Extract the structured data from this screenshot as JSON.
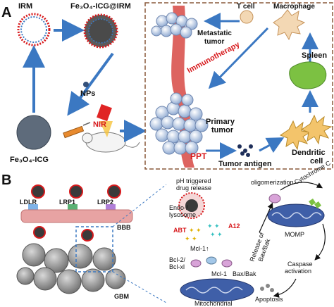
{
  "panel_a": {
    "letter": "A",
    "irm": "IRM",
    "fe3o4_icg_irm": "Fe₃O₄-ICG@IRM",
    "nps": "NPs",
    "fe3o4_icg": "Fe₃O₄-ICG",
    "nir": "NIR",
    "t_cell": "T cell",
    "macrophage": "Macrophage",
    "metastatic_tumor_1": "Metastatic",
    "metastatic_tumor_2": "tumor",
    "immunotherapy": "Immunotherapy",
    "spleen": "Spleen",
    "primary_tumor_1": "Primary",
    "primary_tumor_2": "tumor",
    "ppt": "PPT",
    "tumor_antigen": "Tumor antigen",
    "dendritic_1": "Dendritic",
    "dendritic_2": "cell"
  },
  "panel_b": {
    "letter": "B",
    "ldlr": "LDLR",
    "lrp1": "LRP1",
    "lrp2": "LRP2",
    "bbb": "BBB",
    "gbm": "GBM",
    "ph_1": "pH triggered",
    "ph_2": "drug release",
    "endo_1": "Endo-/",
    "endo_2": "lysosome",
    "abt": "ABT",
    "a12": "A12",
    "mcl1_up": "Mcl-1↑",
    "bcl2": "Bcl-2/",
    "bclxl": "Bcl-xl",
    "mcl1": "Mcl-1",
    "bax_bak": "Bax/Bak",
    "release_1": "Release of",
    "release_2": "Bax/Bak",
    "oligomerization": "oligomerization",
    "cytochrome": "Cytochrome C",
    "momp": "MOMP",
    "caspase_1": "Caspase",
    "caspase_2": "activation",
    "apoptosis": "Apoptosis",
    "mitochondrial": "Mitochondrial"
  },
  "colors": {
    "blue_arrow": "#3b78c2",
    "red_label": "#d7191c",
    "vessel": "#d9534f",
    "tumor_cell": "#a9c0e0",
    "mitochondria": "#3f5fa8",
    "brain_cell": "#9a9a9a",
    "membrane": "#e7a3a3",
    "spleen": "#7cc142"
  }
}
